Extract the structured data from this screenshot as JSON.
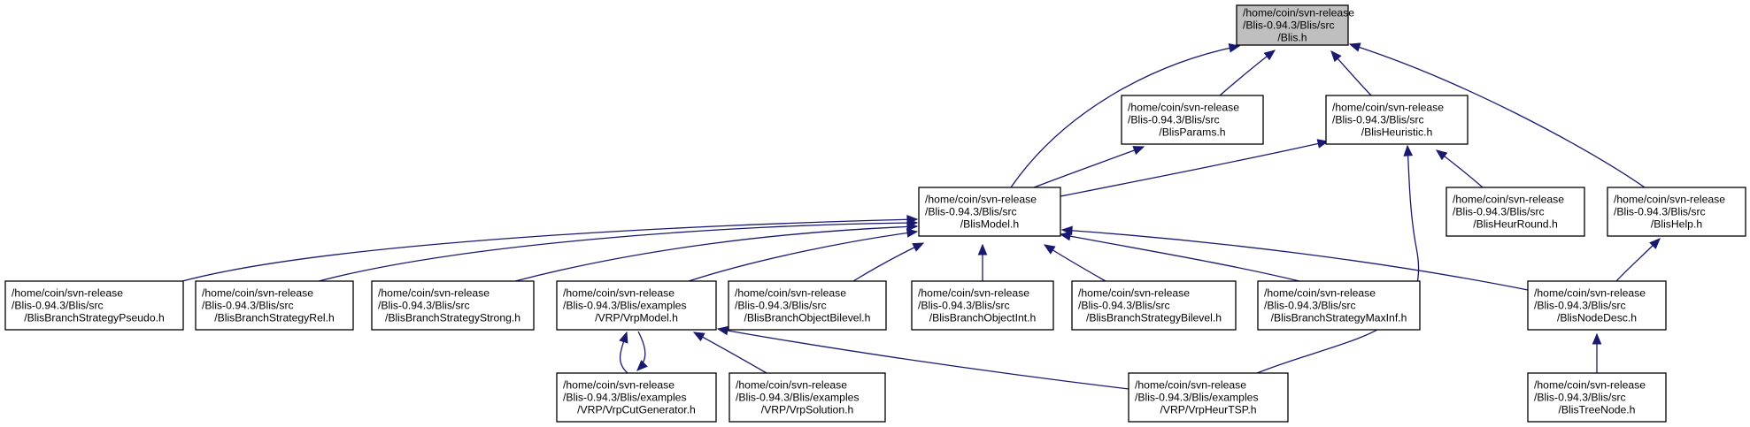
{
  "diagram": {
    "colors": {
      "edge": "#191970",
      "node_border": "#000000",
      "node_fill": "#ffffff",
      "root_fill": "#bfbfbf",
      "text": "#000000"
    },
    "nodes": [
      {
        "id": "blis_h",
        "lines": [
          "/home/coin/svn-release",
          "/Blis-0.94.3/Blis/src",
          "/Blis.h"
        ],
        "root": true
      },
      {
        "id": "blisparams_h",
        "lines": [
          "/home/coin/svn-release",
          "/Blis-0.94.3/Blis/src",
          "/BlisParams.h"
        ]
      },
      {
        "id": "blisheuristic_h",
        "lines": [
          "/home/coin/svn-release",
          "/Blis-0.94.3/Blis/src",
          "/BlisHeuristic.h"
        ]
      },
      {
        "id": "blismodel_h",
        "lines": [
          "/home/coin/svn-release",
          "/Blis-0.94.3/Blis/src",
          "/BlisModel.h"
        ]
      },
      {
        "id": "blisheurround_h",
        "lines": [
          "/home/coin/svn-release",
          "/Blis-0.94.3/Blis/src",
          "/BlisHeurRound.h"
        ]
      },
      {
        "id": "blishelp_h",
        "lines": [
          "/home/coin/svn-release",
          "/Blis-0.94.3/Blis/src",
          "/BlisHelp.h"
        ]
      },
      {
        "id": "blisbranchstrategypseudo_h",
        "lines": [
          "/home/coin/svn-release",
          "/Blis-0.94.3/Blis/src",
          "/BlisBranchStrategyPseudo.h"
        ]
      },
      {
        "id": "blisbranchstrategyrel_h",
        "lines": [
          "/home/coin/svn-release",
          "/Blis-0.94.3/Blis/src",
          "/BlisBranchStrategyRel.h"
        ]
      },
      {
        "id": "blisbranchstrategystrong_h",
        "lines": [
          "/home/coin/svn-release",
          "/Blis-0.94.3/Blis/src",
          "/BlisBranchStrategyStrong.h"
        ]
      },
      {
        "id": "vrpmodel_h",
        "lines": [
          "/home/coin/svn-release",
          "/Blis-0.94.3/Blis/examples",
          "/VRP/VrpModel.h"
        ]
      },
      {
        "id": "blisbranchobjectbilevel_h",
        "lines": [
          "/home/coin/svn-release",
          "/Blis-0.94.3/Blis/src",
          "/BlisBranchObjectBilevel.h"
        ]
      },
      {
        "id": "blisbranchobjectint_h",
        "lines": [
          "/home/coin/svn-release",
          "/Blis-0.94.3/Blis/src",
          "/BlisBranchObjectInt.h"
        ]
      },
      {
        "id": "blisbranchstrategybilevel_h",
        "lines": [
          "/home/coin/svn-release",
          "/Blis-0.94.3/Blis/src",
          "/BlisBranchStrategyBilevel.h"
        ]
      },
      {
        "id": "blisbranchstrategymaxinf_h",
        "lines": [
          "/home/coin/svn-release",
          "/Blis-0.94.3/Blis/src",
          "/BlisBranchStrategyMaxInf.h"
        ]
      },
      {
        "id": "blisnodedesc_h",
        "lines": [
          "/home/coin/svn-release",
          "/Blis-0.94.3/Blis/src",
          "/BlisNodeDesc.h"
        ]
      },
      {
        "id": "vrpcutgenerator_h",
        "lines": [
          "/home/coin/svn-release",
          "/Blis-0.94.3/Blis/examples",
          "/VRP/VrpCutGenerator.h"
        ]
      },
      {
        "id": "vrpsolution_h",
        "lines": [
          "/home/coin/svn-release",
          "/Blis-0.94.3/Blis/examples",
          "/VRP/VrpSolution.h"
        ]
      },
      {
        "id": "vrpheurtsp_h",
        "lines": [
          "/home/coin/svn-release",
          "/Blis-0.94.3/Blis/examples",
          "/VRP/VrpHeurTSP.h"
        ]
      },
      {
        "id": "blistreenode_h",
        "lines": [
          "/home/coin/svn-release",
          "/Blis-0.94.3/Blis/src",
          "/BlisTreeNode.h"
        ]
      }
    ],
    "edges": [
      {
        "from": "blisparams_h",
        "to": "blis_h"
      },
      {
        "from": "blisheuristic_h",
        "to": "blis_h"
      },
      {
        "from": "blismodel_h",
        "to": "blis_h"
      },
      {
        "from": "blishelp_h",
        "to": "blis_h"
      },
      {
        "from": "blismodel_h",
        "to": "blisparams_h"
      },
      {
        "from": "blismodel_h",
        "to": "blisheuristic_h"
      },
      {
        "from": "blisheurround_h",
        "to": "blisheuristic_h"
      },
      {
        "from": "vrpheurtsp_h",
        "to": "blisheuristic_h"
      },
      {
        "from": "blisbranchstrategypseudo_h",
        "to": "blismodel_h"
      },
      {
        "from": "blisbranchstrategyrel_h",
        "to": "blismodel_h"
      },
      {
        "from": "blisbranchstrategystrong_h",
        "to": "blismodel_h"
      },
      {
        "from": "vrpmodel_h",
        "to": "blismodel_h"
      },
      {
        "from": "blisbranchobjectbilevel_h",
        "to": "blismodel_h"
      },
      {
        "from": "blisbranchobjectint_h",
        "to": "blismodel_h"
      },
      {
        "from": "blisbranchstrategybilevel_h",
        "to": "blismodel_h"
      },
      {
        "from": "blisbranchstrategymaxinf_h",
        "to": "blismodel_h"
      },
      {
        "from": "blisnodedesc_h",
        "to": "blismodel_h"
      },
      {
        "from": "blisnodedesc_h",
        "to": "blishelp_h"
      },
      {
        "from": "vrpcutgenerator_h",
        "to": "vrpmodel_h"
      },
      {
        "from": "vrpmodel_h",
        "to": "vrpcutgenerator_h"
      },
      {
        "from": "vrpsolution_h",
        "to": "vrpmodel_h"
      },
      {
        "from": "vrpheurtsp_h",
        "to": "vrpmodel_h"
      },
      {
        "from": "blistreenode_h",
        "to": "blisnodedesc_h"
      }
    ]
  }
}
